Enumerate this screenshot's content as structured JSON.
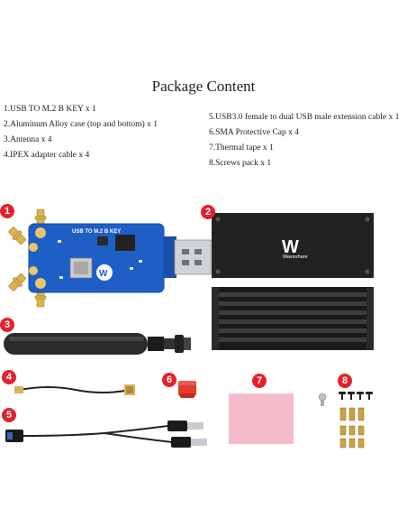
{
  "title": "Package Content",
  "items_left": [
    "1.USB TO M.2 B KEY x 1",
    "2.Aluminum Alloy case (top and bottom) x 1",
    "3.Antenna x 4",
    "4.IPEX adapter cable x 4"
  ],
  "items_right": [
    "5.USB3.0 female to dual USB male extension cable x 1",
    "6.SMA Protective Cap x 4",
    "7.Thermal tape x 1",
    "8.Screws pack x 1"
  ],
  "badges": [
    "1",
    "2",
    "3",
    "4",
    "5",
    "6",
    "7",
    "8"
  ],
  "board_label": "USB TO M.2 B KEY",
  "brand": "Waveshare",
  "colors": {
    "badge": "#e4212c",
    "board": "#1e5fc6",
    "case": "#1f1f1f",
    "thermal": "#f4bccb",
    "brass": "#c9a247",
    "cap": "#e33b2e"
  }
}
